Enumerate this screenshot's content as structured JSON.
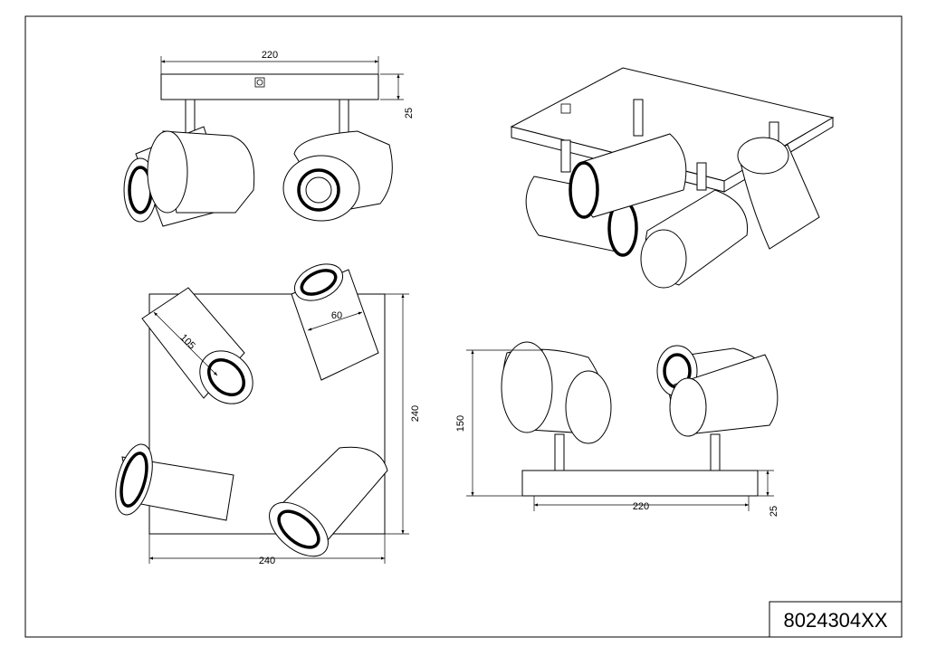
{
  "product_code": "8024304XX",
  "dimensions": {
    "front_width": "220",
    "front_plate_height": "25",
    "top_lamp_length": "105",
    "top_lamp_diameter": "60",
    "top_height": "240",
    "top_width": "240",
    "side_height": "150",
    "side_width": "220",
    "side_plate_height": "25"
  }
}
